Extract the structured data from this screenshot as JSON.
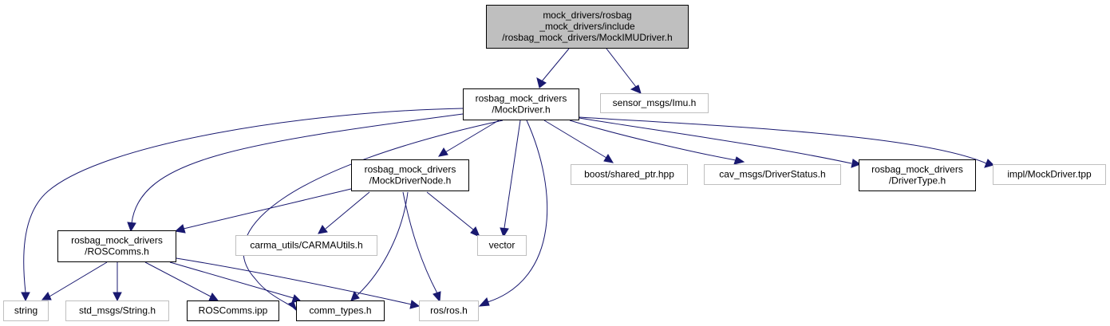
{
  "colors": {
    "edge": "#191970",
    "focus_fill": "#bfbfbf",
    "focus_border": "#000000",
    "documented_border": "#000000",
    "external_border": "#bfbfbf"
  },
  "nodes": {
    "mock_imu_driver_h": {
      "lines": [
        "mock_drivers/rosbag",
        "_mock_drivers/include",
        "/rosbag_mock_drivers/MockIMUDriver.h"
      ],
      "style": "focus"
    },
    "mock_driver_h": {
      "lines": [
        "rosbag_mock_drivers",
        "/MockDriver.h"
      ],
      "style": "documented"
    },
    "sensor_msgs_imu_h": {
      "lines": [
        "sensor_msgs/Imu.h"
      ],
      "style": "external"
    },
    "mock_driver_node_h": {
      "lines": [
        "rosbag_mock_drivers",
        "/MockDriverNode.h"
      ],
      "style": "documented"
    },
    "boost_shared_ptr_hpp": {
      "lines": [
        "boost/shared_ptr.hpp"
      ],
      "style": "external"
    },
    "cav_msgs_driver_status_h": {
      "lines": [
        "cav_msgs/DriverStatus.h"
      ],
      "style": "external"
    },
    "driver_type_h": {
      "lines": [
        "rosbag_mock_drivers",
        "/DriverType.h"
      ],
      "style": "documented"
    },
    "impl_mock_driver_tpp": {
      "lines": [
        "impl/MockDriver.tpp"
      ],
      "style": "external"
    },
    "ros_comms_h": {
      "lines": [
        "rosbag_mock_drivers",
        "/ROSComms.h"
      ],
      "style": "documented"
    },
    "carma_utils_h": {
      "lines": [
        "carma_utils/CARMAUtils.h"
      ],
      "style": "external"
    },
    "vector": {
      "lines": [
        "vector"
      ],
      "style": "external"
    },
    "string": {
      "lines": [
        "string"
      ],
      "style": "external"
    },
    "std_msgs_string_h": {
      "lines": [
        "std_msgs/String.h"
      ],
      "style": "external"
    },
    "ros_comms_ipp": {
      "lines": [
        "ROSComms.ipp"
      ],
      "style": "documented"
    },
    "comm_types_h": {
      "lines": [
        "comm_types.h"
      ],
      "style": "documented"
    },
    "ros_ros_h": {
      "lines": [
        "ros/ros.h"
      ],
      "style": "external"
    }
  }
}
